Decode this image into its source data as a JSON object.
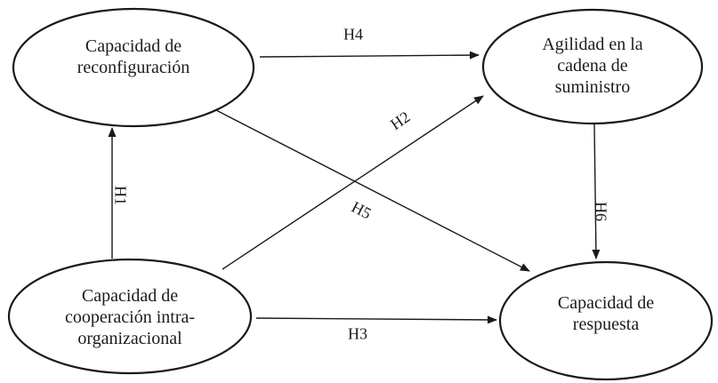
{
  "diagram": {
    "type": "path-model",
    "background": "#ffffff",
    "stroke_color": "#1a1a1a",
    "nodes": {
      "reconfiguracion": {
        "label": "Capacidad de\nreconfiguración"
      },
      "agilidad": {
        "label": "Agilidad en la\ncadena de\nsuministro"
      },
      "cooperacion": {
        "label": "Capacidad de\ncooperación intra-\norganizacional"
      },
      "respuesta": {
        "label": "Capacidad de\nrespuesta"
      }
    },
    "edges": {
      "h1": {
        "label": "H1",
        "from": "cooperacion",
        "to": "reconfiguracion"
      },
      "h2": {
        "label": "H2",
        "from": "cooperacion",
        "to": "agilidad"
      },
      "h3": {
        "label": "H3",
        "from": "cooperacion",
        "to": "respuesta"
      },
      "h4": {
        "label": "H4",
        "from": "reconfiguracion",
        "to": "agilidad"
      },
      "h5": {
        "label": "H5",
        "from": "reconfiguracion",
        "to": "respuesta"
      },
      "h6": {
        "label": "H6",
        "from": "agilidad",
        "to": "respuesta"
      }
    }
  }
}
